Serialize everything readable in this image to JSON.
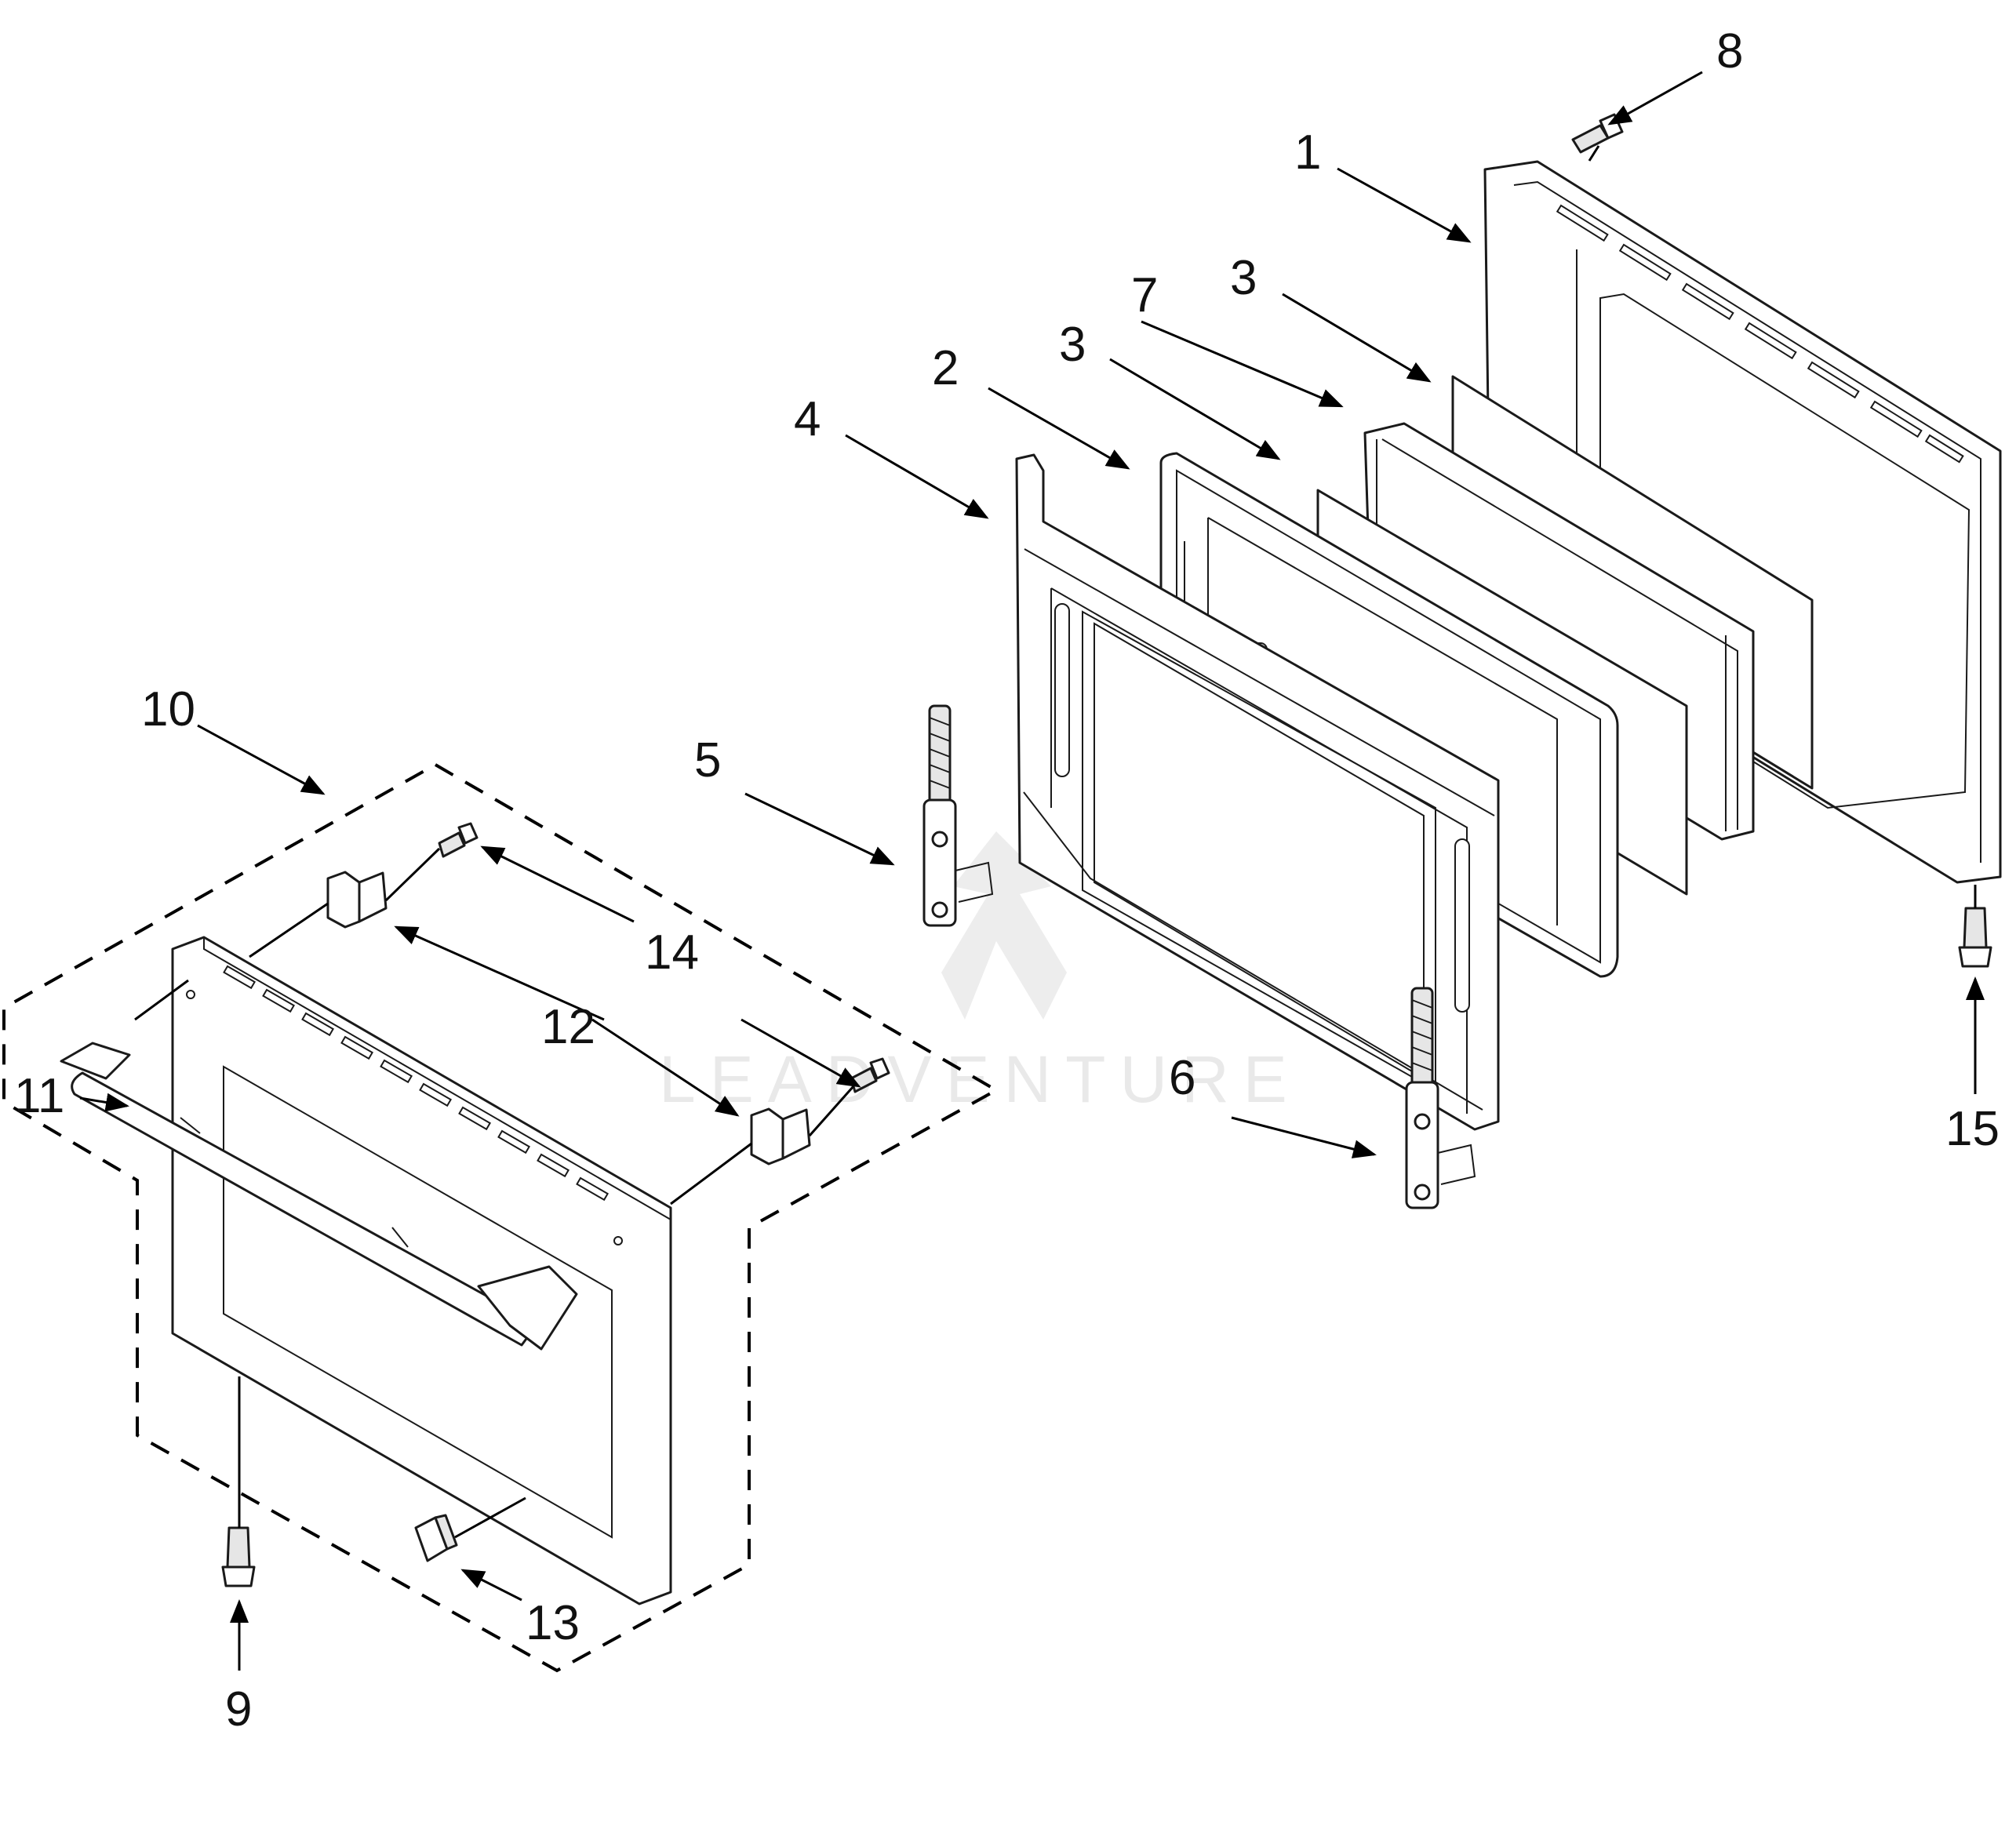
{
  "watermark": {
    "text": "LEADVENTURE"
  },
  "callouts": [
    {
      "id": "1",
      "label": "1"
    },
    {
      "id": "2",
      "label": "2"
    },
    {
      "id": "3a",
      "label": "3"
    },
    {
      "id": "3b",
      "label": "3"
    },
    {
      "id": "4",
      "label": "4"
    },
    {
      "id": "5",
      "label": "5"
    },
    {
      "id": "6",
      "label": "6"
    },
    {
      "id": "7",
      "label": "7"
    },
    {
      "id": "8",
      "label": "8"
    },
    {
      "id": "9",
      "label": "9"
    },
    {
      "id": "10",
      "label": "10"
    },
    {
      "id": "11",
      "label": "11"
    },
    {
      "id": "12",
      "label": "12"
    },
    {
      "id": "13",
      "label": "13"
    },
    {
      "id": "14",
      "label": "14"
    },
    {
      "id": "15",
      "label": "15"
    }
  ]
}
